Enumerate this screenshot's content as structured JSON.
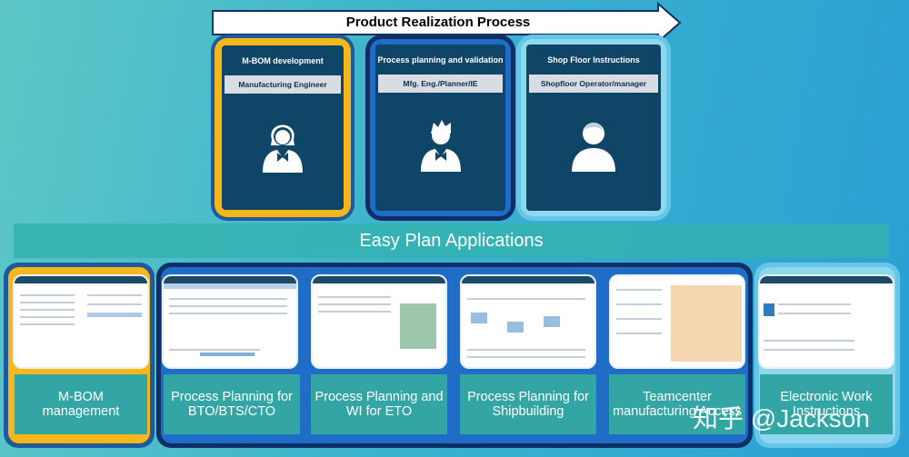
{
  "process_title": "Product Realization Process",
  "banner_title": "Easy Plan Applications",
  "roles": [
    {
      "title": "M-BOM development",
      "role": "Manufacturing Engineer"
    },
    {
      "title": "Process planning and validation",
      "role": "Mfg. Eng./Planner/IE"
    },
    {
      "title": "Shop Floor Instructions",
      "role": "Shopfloor Operator/manager"
    }
  ],
  "apps": [
    {
      "label": "M-BOM management"
    },
    {
      "label": "Process Planning for BTO/BTS/CTO"
    },
    {
      "label": "Process Planning and WI for ETO"
    },
    {
      "label": "Process Planning for Shipbuilding"
    },
    {
      "label": "Teamcenter manufacturing Access"
    },
    {
      "label": "Electronic Work Instructions"
    }
  ],
  "watermark": "知乎 @Jackson",
  "colors": {
    "gold": "#f5b71a",
    "dark_blue": "#0f2f66",
    "mid_blue": "#1f6dc7",
    "light_blue": "#66c6e8",
    "card_navy": "#0f4566",
    "teal_label": "#34a5a5"
  },
  "icons": [
    "arrow-right-icon",
    "female-person-icon",
    "male-person-icon",
    "person-icon"
  ]
}
